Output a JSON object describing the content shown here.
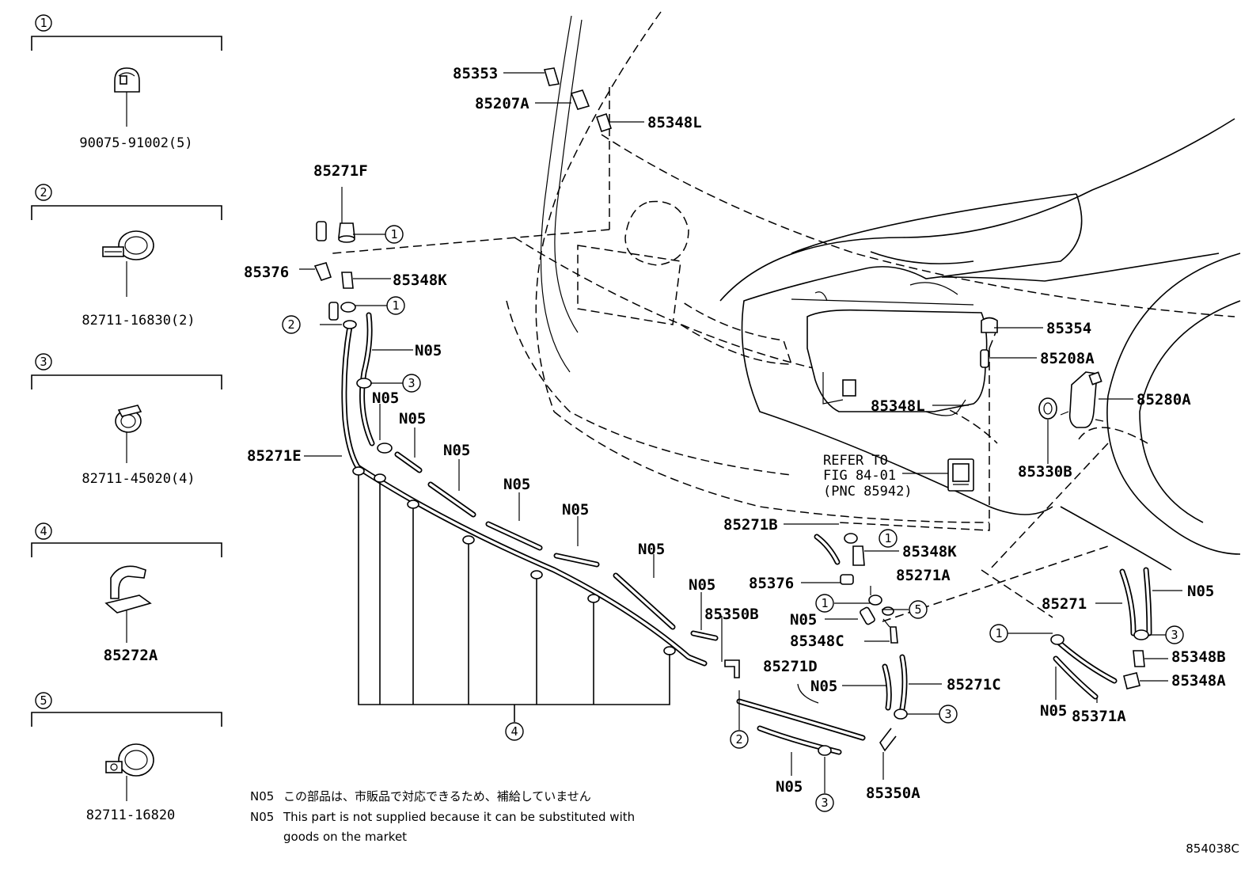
{
  "legend": [
    {
      "num": "1",
      "part": "90075-91002(5)"
    },
    {
      "num": "2",
      "part": "82711-16830(2)"
    },
    {
      "num": "3",
      "part": "82711-45020(4)"
    },
    {
      "num": "4",
      "part": "85272A"
    },
    {
      "num": "5",
      "part": "82711-16820"
    }
  ],
  "labels": {
    "p85353": "85353",
    "p85207A": "85207A",
    "p85348L_top": "85348L",
    "p85271F": "85271F",
    "p85376_top": "85376",
    "p85348K_top": "85348K",
    "pN05_a": "N05",
    "pN05_b": "N05",
    "pN05_c": "N05",
    "pN05_d": "N05",
    "pN05_e": "N05",
    "pN05_f": "N05",
    "pN05_g": "N05",
    "pN05_h": "N05",
    "p85271E": "85271E",
    "p85350B": "85350B",
    "p85354": "85354",
    "p85208A": "85208A",
    "p85348L_mid": "85348L",
    "p85280A": "85280A",
    "p85330B": "85330B",
    "p85271B": "85271B",
    "p85348K_low": "85348K",
    "p85376_low": "85376",
    "p85271A": "85271A",
    "pN05_i": "N05",
    "p85348C": "85348C",
    "p85271D": "85271D",
    "pN05_j": "N05",
    "p85271C": "85271C",
    "pN05_k": "N05",
    "p85350A": "85350A",
    "p85271": "85271",
    "pN05_l": "N05",
    "p85348B": "85348B",
    "p85348A": "85348A",
    "pN05_m": "N05",
    "p85371A": "85371A"
  },
  "callouts": {
    "c1": "1",
    "c2": "2",
    "c3": "3",
    "c4": "4",
    "c5": "5"
  },
  "refer": {
    "line1": "REFER TO",
    "line2": "FIG 84-01",
    "line3": "(PNC 85942)"
  },
  "notes": {
    "code1": "N05",
    "jp": "この部品は、市販品で対応できるため、補給していません",
    "code2": "N05",
    "en1": "This part is not supplied because it can be substituted with",
    "en2": "goods on the market"
  },
  "figure_id": "854038C"
}
